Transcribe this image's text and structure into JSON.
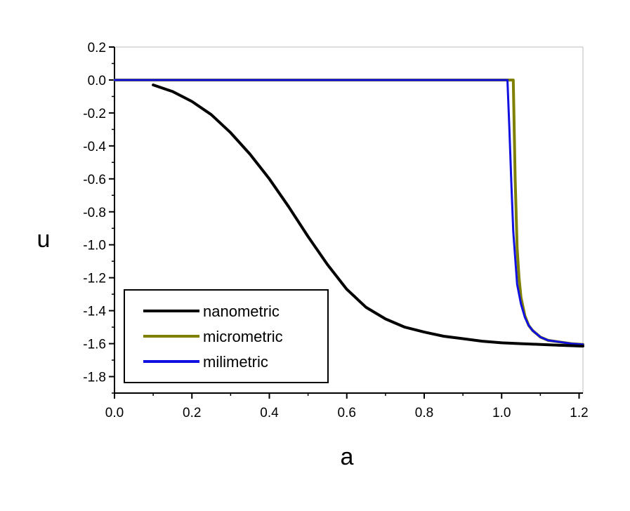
{
  "chart_data": {
    "type": "line",
    "title": "",
    "xlabel": "a",
    "ylabel": "u",
    "xlim": [
      0.0,
      1.21
    ],
    "ylim": [
      -1.9,
      0.2
    ],
    "xticks": [
      0.0,
      0.2,
      0.4,
      0.6,
      0.8,
      1.0,
      1.2
    ],
    "xtick_labels": [
      "0.0",
      "0.2",
      "0.4",
      "0.6",
      "0.8",
      "1.0",
      "1.2"
    ],
    "yticks": [
      0.2,
      0.0,
      -0.2,
      -0.4,
      -0.6,
      -0.8,
      -1.0,
      -1.2,
      -1.4,
      -1.6,
      -1.8
    ],
    "ytick_labels": [
      "0.2",
      "0.0",
      "-0.2",
      "-0.4",
      "-0.6",
      "-0.8",
      "-1.0",
      "-1.2",
      "-1.4",
      "-1.6",
      "-1.8"
    ],
    "grid": false,
    "legend_position": "bottom-left",
    "series": [
      {
        "name": "nanometric",
        "color": "#000000",
        "x": [
          0.1,
          0.15,
          0.2,
          0.25,
          0.3,
          0.35,
          0.4,
          0.45,
          0.5,
          0.55,
          0.6,
          0.65,
          0.7,
          0.75,
          0.8,
          0.85,
          0.9,
          0.95,
          1.0,
          1.05,
          1.1,
          1.15,
          1.21
        ],
        "y": [
          -0.03,
          -0.07,
          -0.13,
          -0.21,
          -0.32,
          -0.45,
          -0.6,
          -0.77,
          -0.95,
          -1.12,
          -1.27,
          -1.38,
          -1.45,
          -1.5,
          -1.53,
          -1.555,
          -1.57,
          -1.585,
          -1.595,
          -1.6,
          -1.605,
          -1.61,
          -1.615
        ]
      },
      {
        "name": "micrometric",
        "color": "#808000",
        "x": [
          0.0,
          1.03,
          1.035,
          1.04,
          1.045,
          1.05,
          1.06,
          1.07,
          1.08,
          1.1,
          1.12,
          1.15,
          1.18,
          1.21
        ],
        "y": [
          0.0,
          0.0,
          -0.6,
          -1.02,
          -1.2,
          -1.32,
          -1.43,
          -1.49,
          -1.52,
          -1.56,
          -1.58,
          -1.59,
          -1.6,
          -1.605
        ]
      },
      {
        "name": "milimetric",
        "color": "#1010e0",
        "x": [
          0.0,
          1.015,
          1.02,
          1.025,
          1.03,
          1.04,
          1.05,
          1.06,
          1.07,
          1.08,
          1.1,
          1.12,
          1.15,
          1.18,
          1.21
        ],
        "y": [
          0.0,
          0.0,
          -0.3,
          -0.62,
          -0.92,
          -1.24,
          -1.36,
          -1.44,
          -1.49,
          -1.52,
          -1.56,
          -1.58,
          -1.59,
          -1.6,
          -1.605
        ]
      }
    ]
  }
}
